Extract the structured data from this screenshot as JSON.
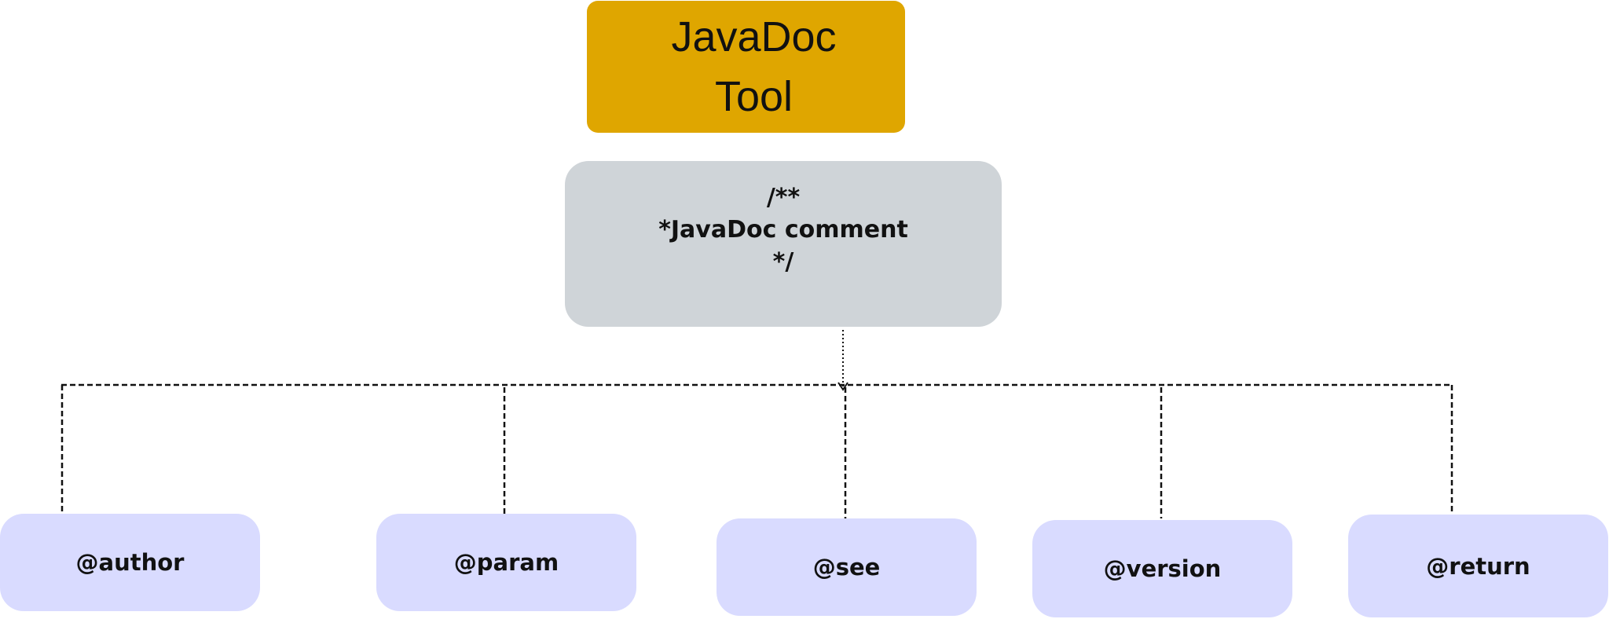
{
  "title": {
    "line1": "JavaDoc",
    "line2": "Tool"
  },
  "comment": {
    "line1": "/**",
    "line2": "*JavaDoc comment",
    "line3": "*/"
  },
  "tags": [
    {
      "label": "@author"
    },
    {
      "label": "@param"
    },
    {
      "label": "@see"
    },
    {
      "label": "@version"
    },
    {
      "label": "@return"
    }
  ],
  "colors": {
    "title_fill": "#dfa600",
    "comment_fill": "#cfd4d8",
    "tag_fill": "#d9dbff",
    "line": "#111111"
  }
}
